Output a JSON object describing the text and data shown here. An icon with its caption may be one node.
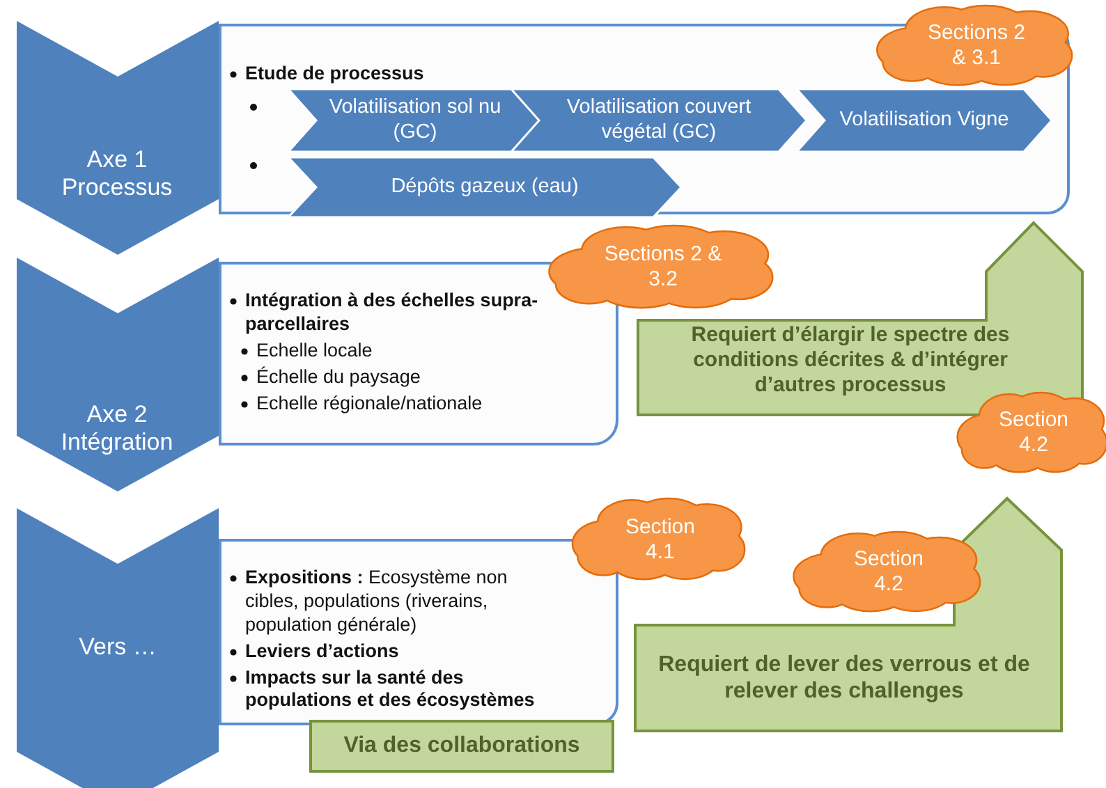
{
  "diagram": {
    "nodes": [
      {
        "text": [
          "Axe 1 Processus"
        ]
      },
      {
        "text": [
          "Etude de processus"
        ]
      },
      {
        "text": [
          "Volatilisation sol nu (GC)"
        ],
        "in": 1
      },
      {
        "text": [
          "Volatilisation couvert végétal (GC)"
        ],
        "in": 1
      },
      {
        "text": [
          "Volatilisation Vigne"
        ],
        "in": 1
      },
      {
        "text": [
          "Dépôts gazeux (eau)"
        ],
        "in": 1
      },
      {
        "text": [
          "Sections 2 & 3.1"
        ]
      },
      {
        "text": [
          "Axe 2 Intégration"
        ]
      },
      {
        "text": [
          "Intégration à des échelles supra-parcellaires",
          "Echelle locale",
          "Échelle du paysage",
          "Echelle régionale/nationale"
        ]
      },
      {
        "text": [
          "Sections 2 & 3.2"
        ]
      },
      {
        "text": [
          "Requiert d’élargir le spectre des conditions décrites & d’intégrer d’autres processus"
        ]
      },
      {
        "text": [
          "Section 4.2"
        ]
      },
      {
        "text": [
          "Vers …"
        ]
      },
      {
        "text": [
          "**Expositions :** Ecosystème non cibles, populations (riverains, population générale)",
          "Leviers d’actions",
          "Impacts sur la santé des populations et des écosystèmes"
        ]
      },
      {
        "text": [
          "Section 4.1"
        ]
      },
      {
        "text": [
          "Via des collaborations"
        ]
      },
      {
        "text": [
          "Requiert de lever des verrous et de relever des challenges"
        ]
      },
      {
        "text": [
          "Section 4.2"
        ]
      }
    ]
  }
}
